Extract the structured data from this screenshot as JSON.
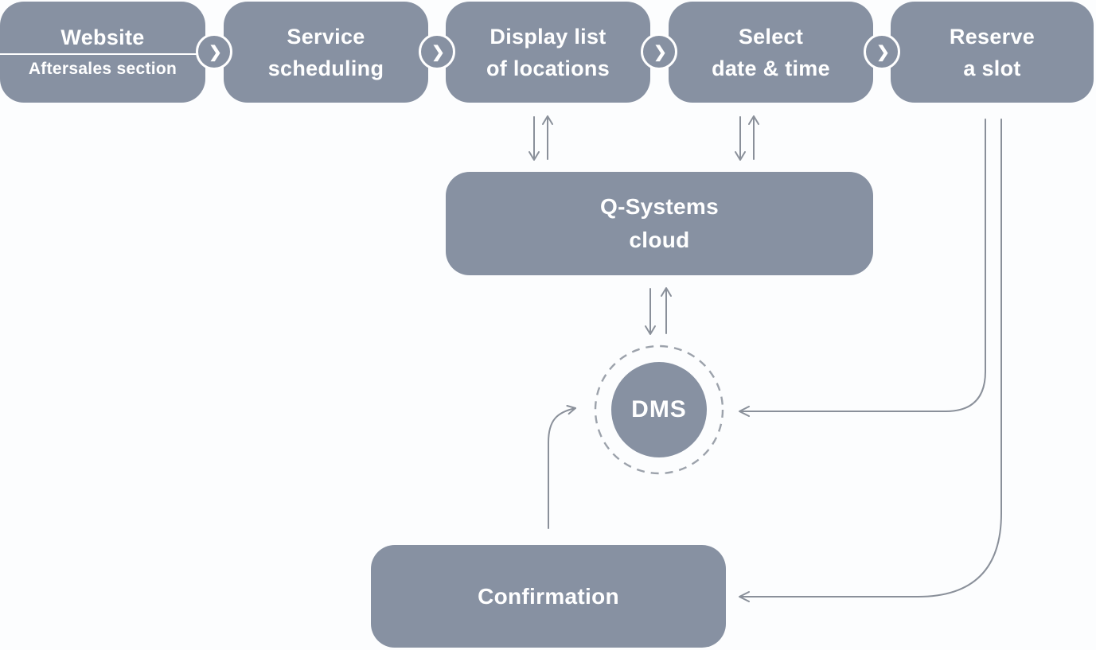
{
  "colors": {
    "box-fill": "#8791A2",
    "box-text": "#FFFFFF",
    "line": "#8A909A",
    "dash": "#9CA2AB",
    "background": "#FCFDFE"
  },
  "flow": {
    "chevron_icon": "❯",
    "steps": [
      {
        "label": "Website",
        "sublabel": "Aftersales section"
      },
      {
        "line1": "Service",
        "line2": "scheduling"
      },
      {
        "line1": "Display list",
        "line2": "of locations"
      },
      {
        "line1": "Select",
        "line2": "date & time"
      },
      {
        "line1": "Reserve",
        "line2": "a slot"
      }
    ],
    "cloud": {
      "line1": "Q-Systems",
      "line2": "cloud"
    },
    "dms_label": "DMS",
    "confirmation_label": "Confirmation"
  }
}
